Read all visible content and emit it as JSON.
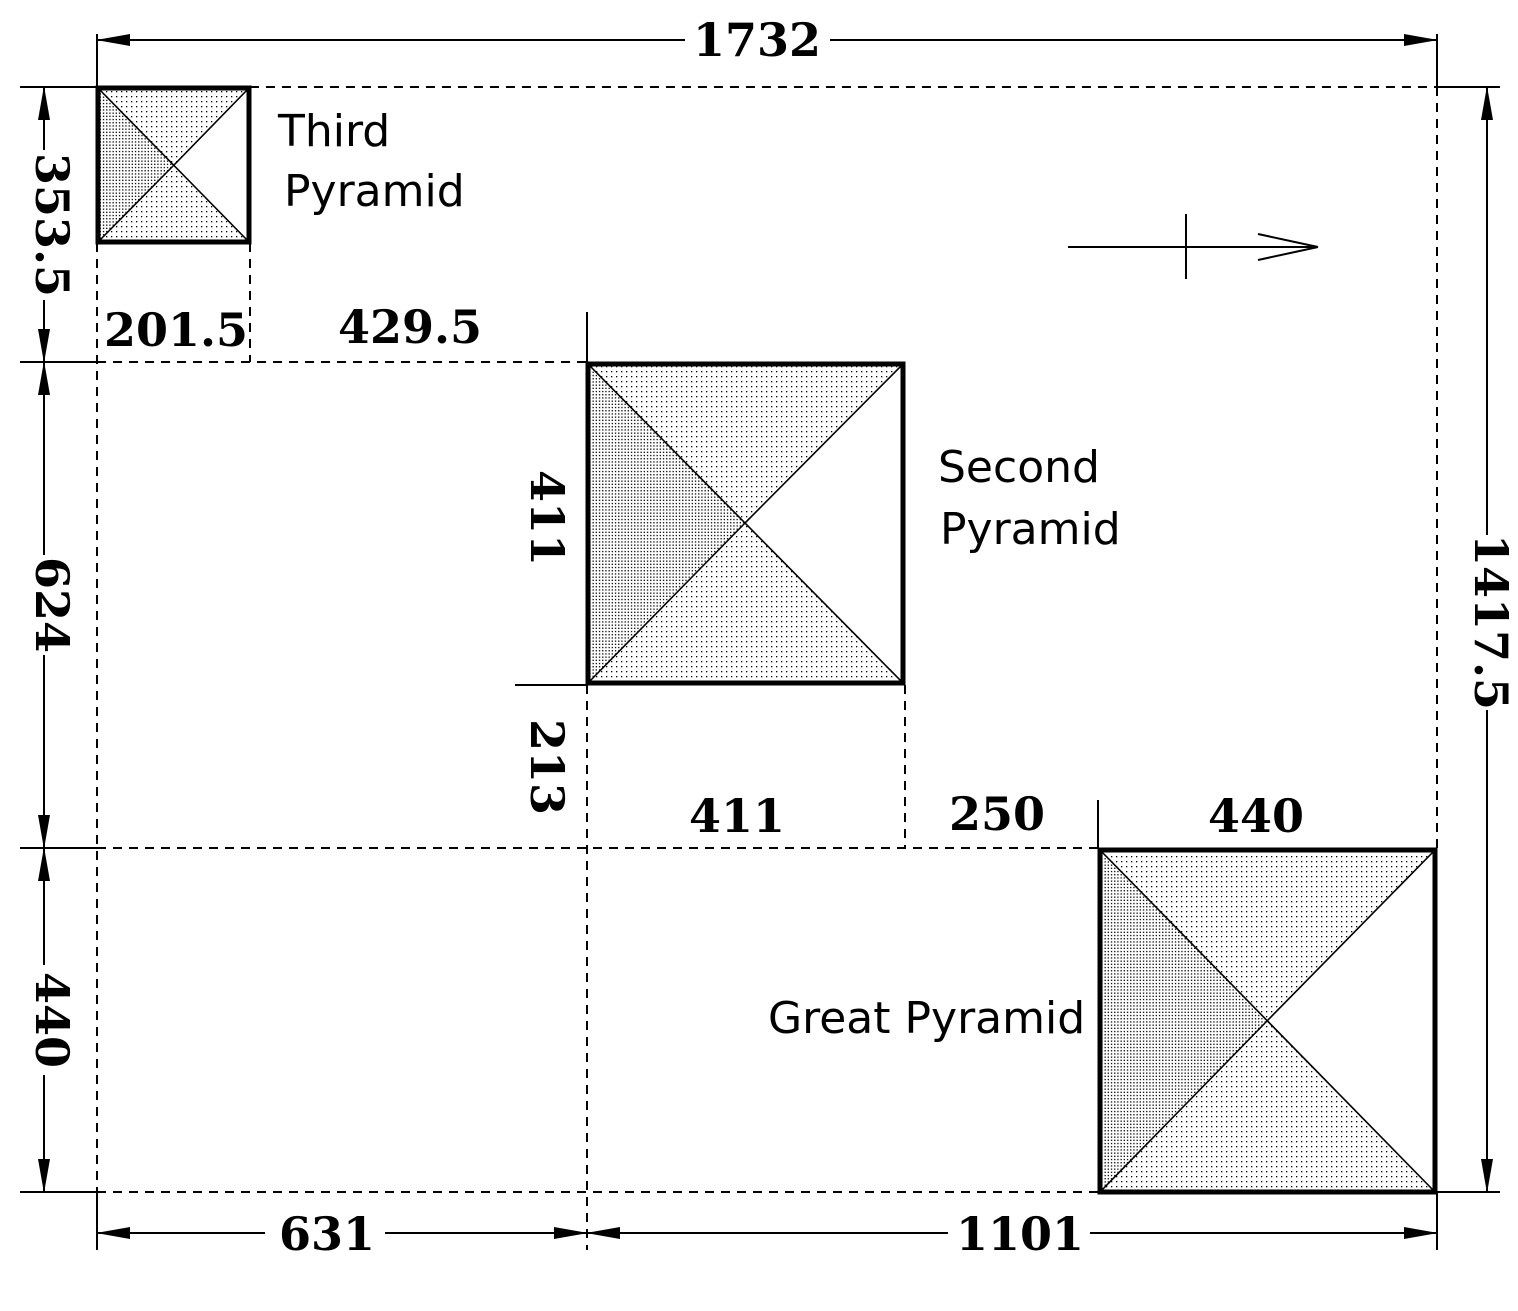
{
  "dimensions": {
    "overall_width": "1732",
    "overall_height": "1417.5",
    "third_offset_y": "353.5",
    "second_offset_y": "624",
    "great_side_left": "440",
    "third_side": "201.5",
    "gap_third_second": "429.5",
    "second_side_left": "411",
    "gap_second_great_y": "213",
    "second_side_bottom": "411",
    "gap_second_great_x": "250",
    "great_side_top": "440",
    "bottom_left": "631",
    "bottom_right": "1101"
  },
  "labels": {
    "third_line1": "Third",
    "third_line2": "Pyramid",
    "second_line1": "Second",
    "second_line2": "Pyramid",
    "great": "Great Pyramid"
  },
  "colors": {
    "line": "#000000",
    "stipple": "#000000",
    "background": "#ffffff"
  }
}
